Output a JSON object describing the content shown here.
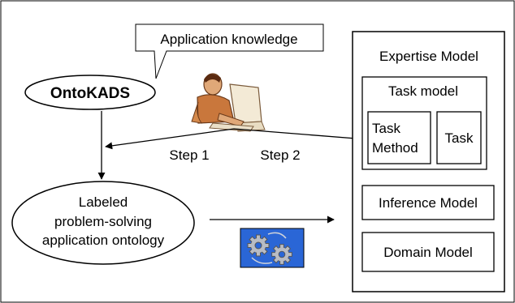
{
  "callout": {
    "text": "Application knowledge"
  },
  "ontokads": {
    "label": "OntoKADS"
  },
  "steps": {
    "step1": "Step 1",
    "step2": "Step 2"
  },
  "labeled_ontology": {
    "line1": "Labeled",
    "line2": "problem-solving",
    "line3": "application ontology"
  },
  "expertise_model": {
    "title": "Expertise Model",
    "task_model": {
      "title": "Task model",
      "task_method": {
        "line1": "Task",
        "line2": "Method"
      },
      "task": "Task"
    },
    "inference_model": "Inference Model",
    "domain_model": "Domain Model"
  },
  "icons": {
    "expert": "person-at-computer-icon",
    "tool": "gears-icon"
  },
  "colors": {
    "gears_bg": "#2a66d6",
    "gear_fill": "#b8bcc4"
  }
}
